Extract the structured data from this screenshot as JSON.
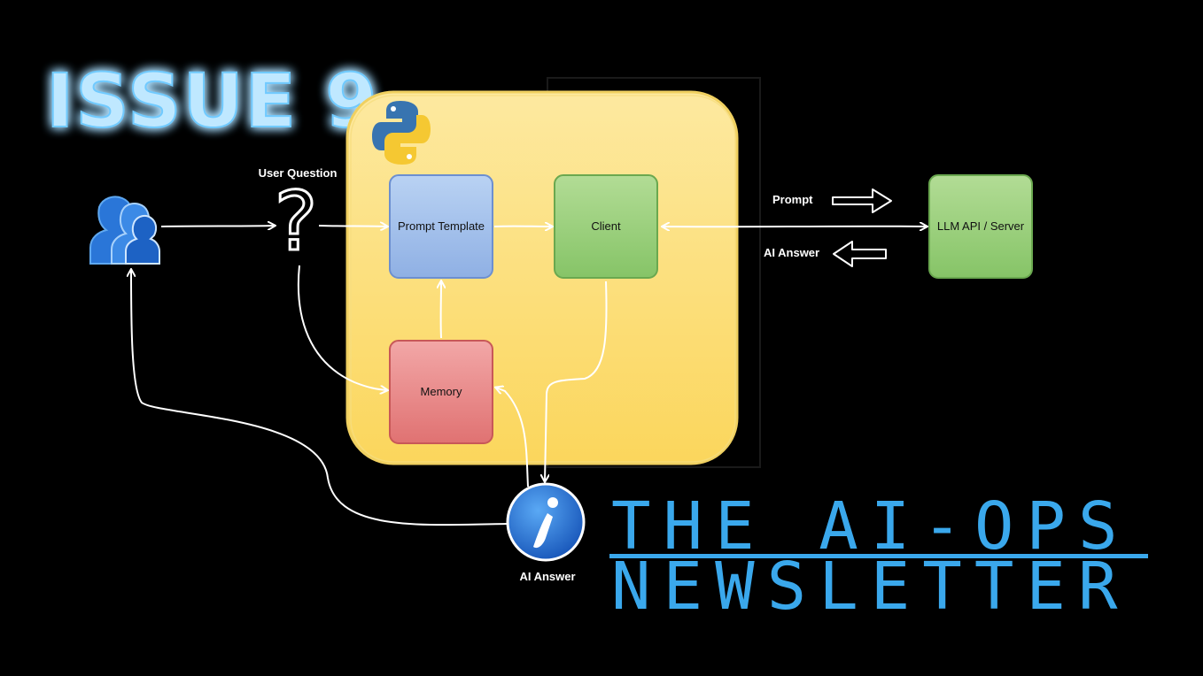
{
  "issue_label": "ISSUE 9",
  "diagram": {
    "user_question_label": "User Question",
    "prompt_template_label": "Prompt Template",
    "client_label": "Client",
    "memory_label": "Memory",
    "llm_label": "LLM API / Server",
    "prompt_label": "Prompt",
    "ai_answer_right_label": "AI Answer",
    "ai_answer_bottom_label": "AI Answer",
    "question_glyph": "?"
  },
  "newsletter": {
    "line1": "THE AI-OPS",
    "line2": "NEWSLETTER"
  },
  "colors": {
    "background": "#000000",
    "issue_glow": "#7fd4ff",
    "container_fill": "#fde27a",
    "prompt_template_fill": "#a8c4ec",
    "client_fill": "#9fd17f",
    "memory_fill": "#ea8a8a",
    "llm_fill": "#9fd17f",
    "newsletter_blue": "#3aa8ec",
    "icon_blue": "#1f6fd4"
  }
}
